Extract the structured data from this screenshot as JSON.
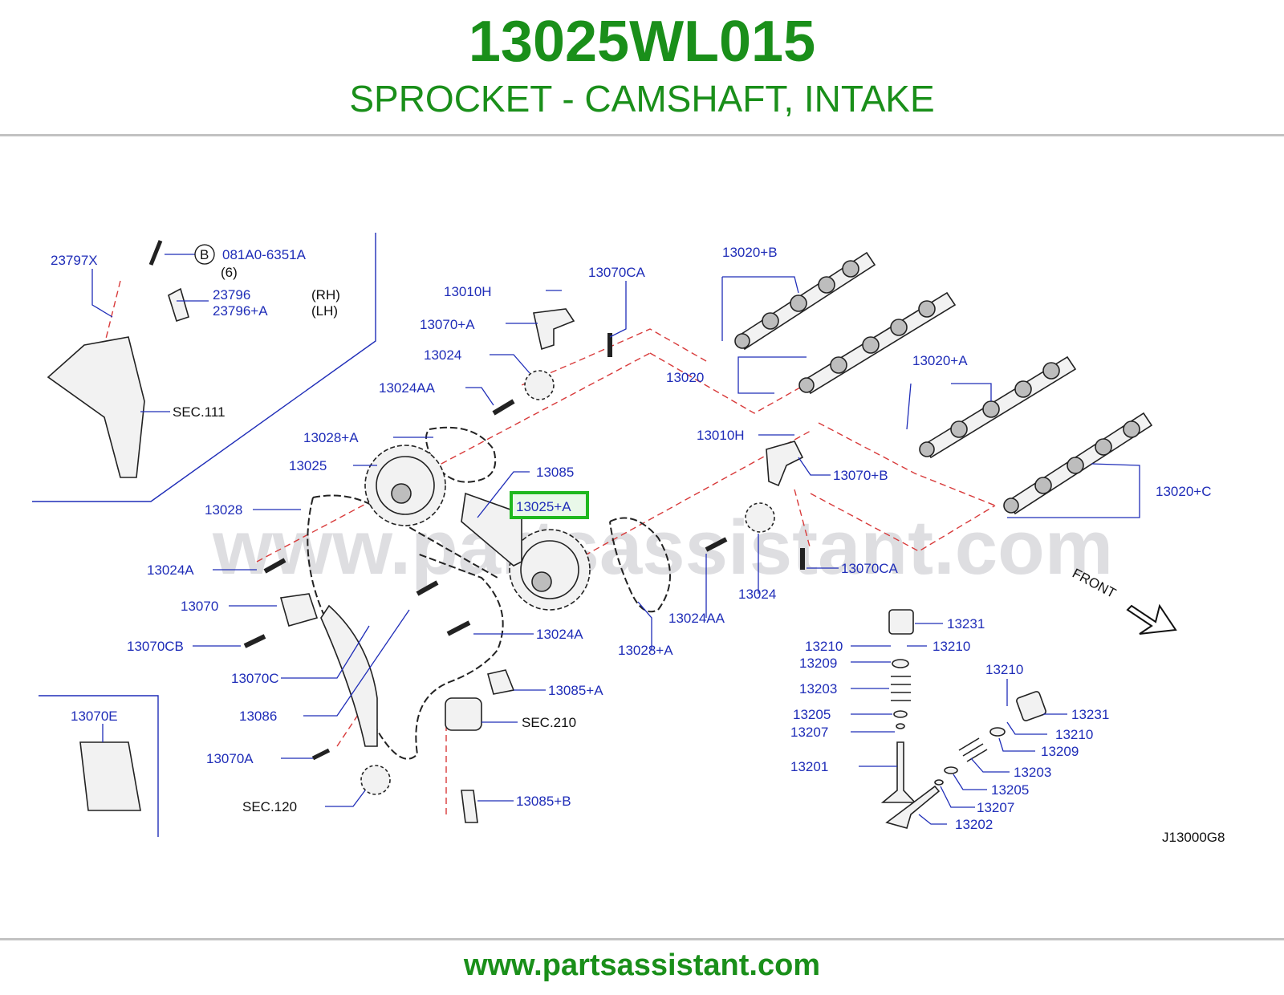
{
  "header": {
    "part_number": "13025WL015",
    "description": "SPROCKET - CAMSHAFT, INTAKE"
  },
  "watermark": "www.partsassistant.com",
  "diagram_code": "J13000G8",
  "front_label": "FRONT",
  "highlight_label": "13025+A",
  "footer_url": "www.partsassistant.com",
  "colors": {
    "brand_green": "#1a8f1a",
    "label_blue": "#1f2db8",
    "highlight_green": "#1fb81f",
    "dash_red": "#d83a3a"
  },
  "labels": {
    "l23797x": "23797X",
    "l081a0": "081A0-6351A",
    "l081a0_qty": "(6)",
    "circle_b": "B",
    "l23796": "23796",
    "l23796a": "23796+A",
    "rh": "(RH)",
    "lh": "(LH)",
    "sec111": "SEC.111",
    "l13010h_1": "13010H",
    "l13070ca_1": "13070CA",
    "l13070a_plus": "13070+A",
    "l13024_1": "13024",
    "l13024aa_1": "13024AA",
    "l13020": "13020",
    "l13020b": "13020+B",
    "l13020a": "13020+A",
    "l13020c": "13020+C",
    "l13010h_2": "13010H",
    "l13070b": "13070+B",
    "l13028a_1": "13028+A",
    "l13025": "13025",
    "l13085": "13085",
    "l13028": "13028",
    "l13024a_1": "13024A",
    "l13070": "13070",
    "l13070cb": "13070CB",
    "l13070c": "13070C",
    "l13086": "13086",
    "l13070a": "13070A",
    "sec120": "SEC.120",
    "l13024a_2": "13024A",
    "l13085a": "13085+A",
    "sec210": "SEC.210",
    "l13085b": "13085+B",
    "l13028a_2": "13028+A",
    "l13024aa_2": "13024AA",
    "l13024_2": "13024",
    "l13070ca_2": "13070CA",
    "l13070e": "13070E",
    "l13231_1": "13231",
    "l13210_1": "13210",
    "l13210_2": "13210",
    "l13209_1": "13209",
    "l13203_1": "13203",
    "l13205_1": "13205",
    "l13207_1": "13207",
    "l13201": "13201",
    "l13210_3": "13210",
    "l13231_2": "13231",
    "l13210_4": "13210",
    "l13209_2": "13209",
    "l13203_2": "13203",
    "l13205_2": "13205",
    "l13207_2": "13207",
    "l13202": "13202"
  }
}
